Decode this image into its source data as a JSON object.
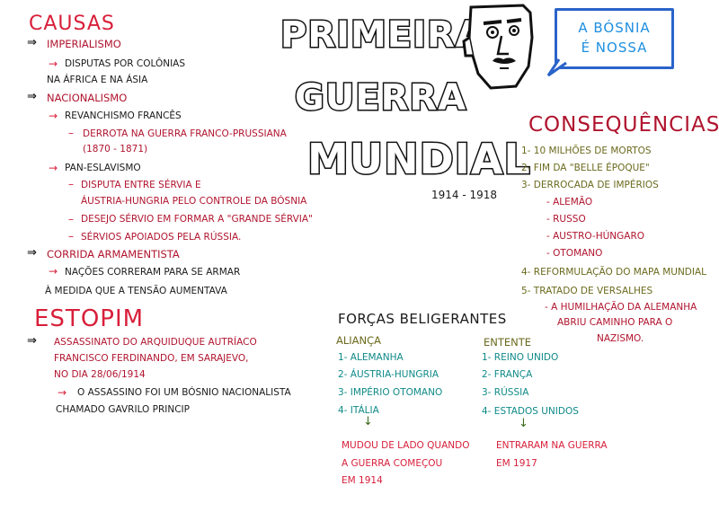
{
  "causas": {
    "heading": "CAUSAS",
    "imperialismo": "IMPERIALISMO",
    "imp_1a": "DISPUTAS POR COLÔNIAS",
    "imp_1b": "NA ÁFRICA E NA ÁSIA",
    "nacionalismo": "NACIONALISMO",
    "revanchismo": "REVANCHISMO FRANCÊS",
    "derrota_a": "DERROTA NA GUERRA FRANCO-PRUSSIANA",
    "derrota_b": "(1870 - 1871)",
    "paneslavismo": "PAN-ESLAVISMO",
    "disputa_a": "DISPUTA ENTRE SÉRVIA E",
    "disputa_b": "ÁUSTRIA-HUNGRIA PELO CONTROLE DA BÓSNIA",
    "desejo": "DESEJO SÉRVIO EM FORMAR A \"GRANDE SÉRVIA\"",
    "servios": "SÉRVIOS APOIADOS PELA RÚSSIA.",
    "corrida": "CORRIDA ARMAMENTISTA",
    "nacoes_a": "NAÇÕES CORRERAM PARA SE ARMAR",
    "nacoes_b": "À MEDIDA QUE A TENSÃO AUMENTAVA"
  },
  "estopim": {
    "heading": "ESTOPIM",
    "line1": "ASSASSINATO DO ARQUIDUQUE AUTRÍACO",
    "line2": "FRANCISCO FERDINANDO, EM SARAJEVO,",
    "line3": "NO DIA 28/06/1914",
    "line4": "O ASSASSINO FOI UM BÓSNIO NACIONALISTA",
    "line5": "CHAMADO GAVRILO PRINCIP"
  },
  "title": {
    "line1": "PRIMEIRA",
    "line2": "GUERRA",
    "line3": "MUNDIAL",
    "years": "1914 - 1918"
  },
  "speech": {
    "line1": "A BÓSNIA",
    "line2": "É NOSSA"
  },
  "consequencias": {
    "heading": "CONSEQUÊNCIAS",
    "c1": "1- 10 MILHÕES DE MORTOS",
    "c2": "2- FIM DA \"BELLE ÉPOQUE\"",
    "c3": "3- DERROCADA DE IMPÉRIOS",
    "c3a": "- ALEMÃO",
    "c3b": "- RUSSO",
    "c3c": "- AUSTRO-HÚNGARO",
    "c3d": "- OTOMANO",
    "c4": "4- REFORMULAÇÃO DO MAPA MUNDIAL",
    "c5": "5- TRATADO DE VERSALHES",
    "c5a": "- A HUMILHAÇÃO DA ALEMANHA",
    "c5b": "ABRIU CAMINHO PARA O",
    "c5c": "NAZISMO."
  },
  "forcas": {
    "heading": "FORÇAS BELIGERANTES",
    "alianca_title": "ALIANÇA",
    "alianca": [
      "1- ALEMANHA",
      "2- ÁUSTRIA-HUNGRIA",
      "3- IMPÉRIO OTOMANO",
      "4- ITÁLIA"
    ],
    "alianca_note": [
      "MUDOU DE LADO QUANDO",
      "A GUERRA COMEÇOU",
      "EM 1914"
    ],
    "entente_title": "ENTENTE",
    "entente": [
      "1- REINO UNIDO",
      "2- FRANÇA",
      "3- RÚSSIA",
      "4- ESTADOS UNIDOS"
    ],
    "entente_note": [
      "ENTRARAM NA GUERRA",
      "EM 1917"
    ]
  }
}
